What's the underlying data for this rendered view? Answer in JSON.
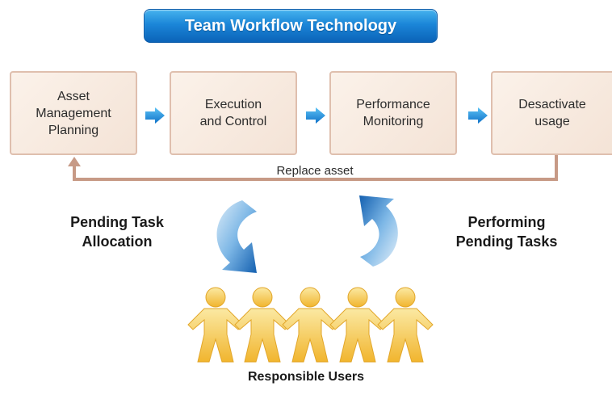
{
  "title": "Team Workflow Technology",
  "stages": [
    {
      "label": "Asset\nManagement\nPlanning"
    },
    {
      "label": "Execution\nand Control"
    },
    {
      "label": "Performance\nMonitoring"
    },
    {
      "label": "Desactivate\nusage"
    }
  ],
  "feedback_label": "Replace asset",
  "left_cycle_label": "Pending Task\nAllocation",
  "right_cycle_label": "Performing\nPending Tasks",
  "users_label": "Responsible Users",
  "colors": {
    "banner": "#1b86d8",
    "stage_border": "#dfbfae",
    "stage_fill": "#f4e3d6",
    "arrow": "#1e90e0",
    "feedback_line": "#c79a86",
    "people": "#f5c84a"
  }
}
